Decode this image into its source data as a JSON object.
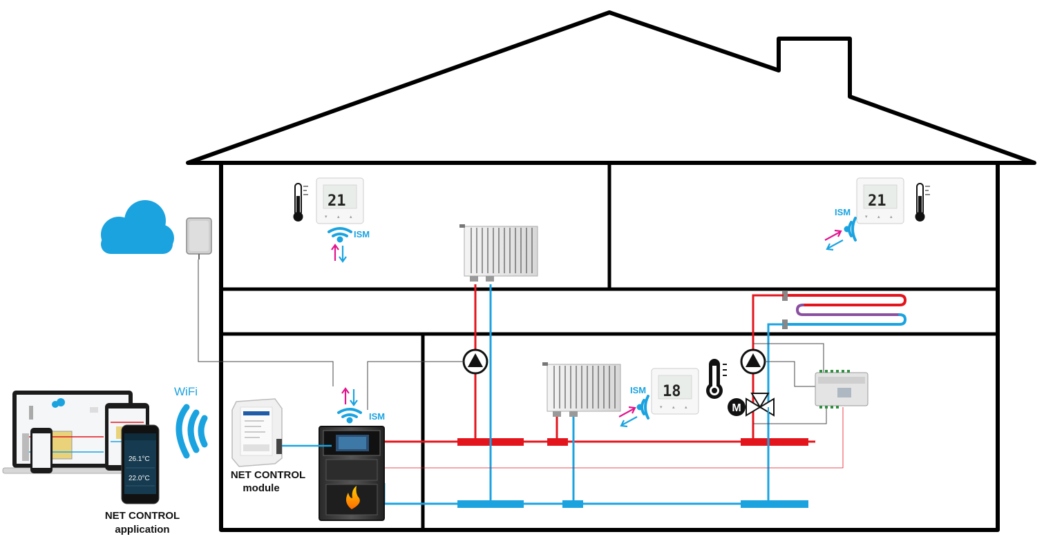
{
  "labels": {
    "wifi": "WiFi",
    "ism": "ISM",
    "net_control_module_line1": "NET CONTROL",
    "net_control_module_line2": "module",
    "net_control_app_line1": "NET CONTROL",
    "net_control_app_line2": "application"
  },
  "thermostat": {
    "display_top_left": "21",
    "display_bottom_left": "21",
    "display_bottom_right": "18"
  },
  "phone": {
    "temp_main": "26.1°C",
    "temp_secondary": "22.0°C"
  },
  "colors": {
    "hot_pipe": "#e3141c",
    "cold_pipe": "#1ba3e0",
    "signal_magenta": "#e0148c",
    "house_outline": "#000000",
    "cloud": "#1ba3e0"
  }
}
